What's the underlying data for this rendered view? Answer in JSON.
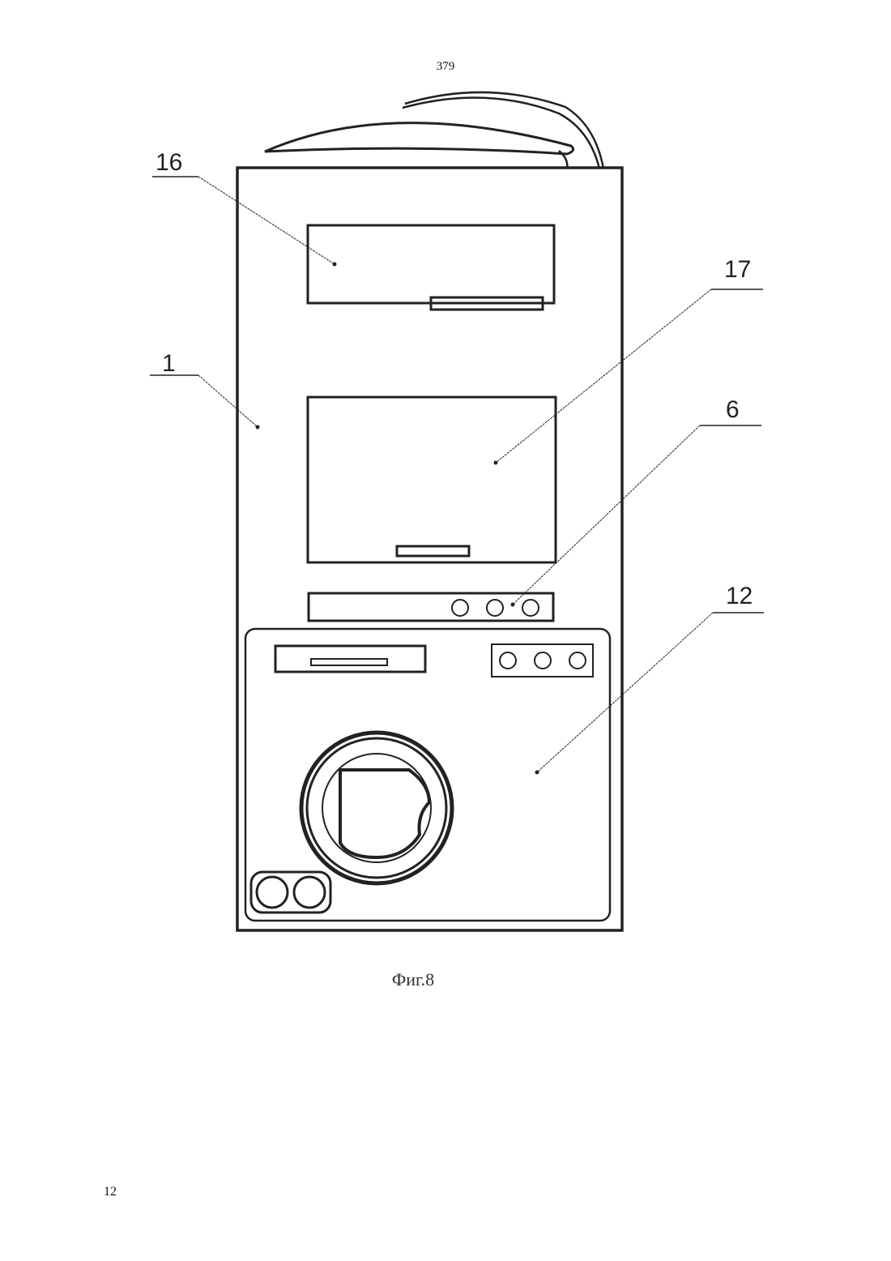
{
  "page": {
    "number_top": "379",
    "number_bottom": "12"
  },
  "figure": {
    "caption": "Фиг.8",
    "labels": {
      "device_body": "1",
      "top_unit": "16",
      "display_unit": "17",
      "control_strip": "6",
      "lower_module": "12"
    }
  }
}
